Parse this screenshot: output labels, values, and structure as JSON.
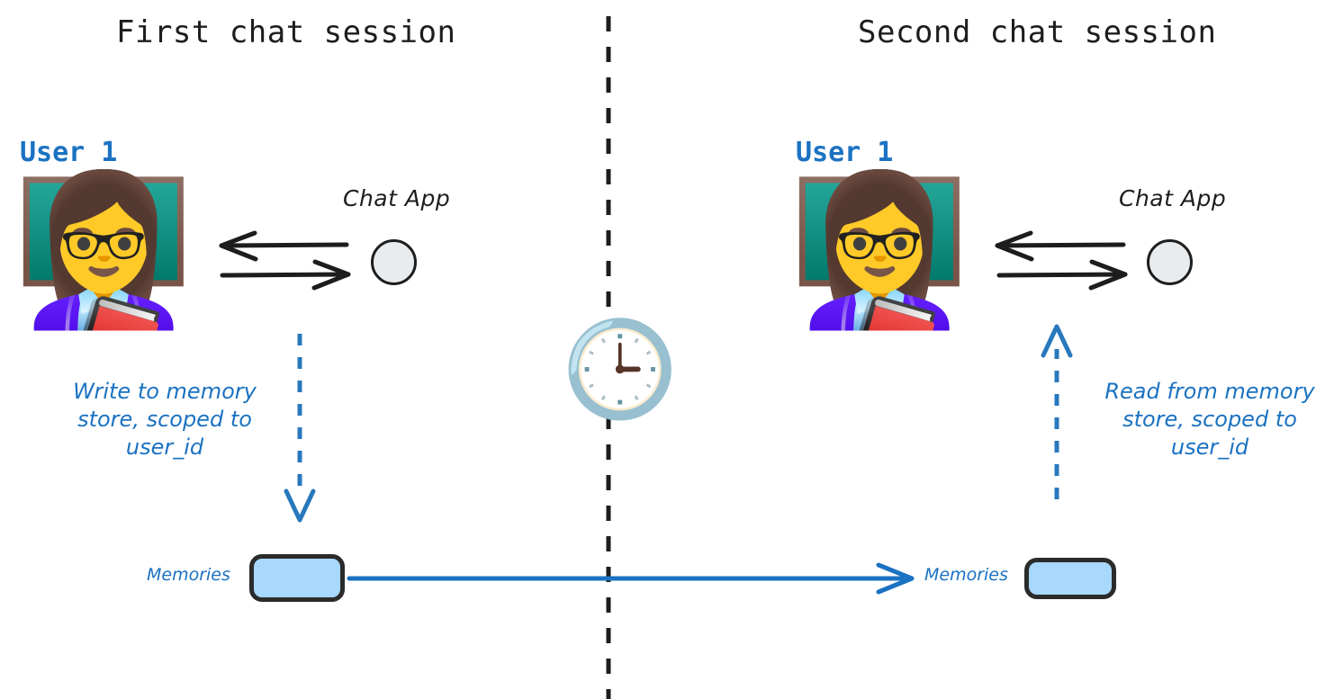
{
  "colors": {
    "accent_blue": "#1b72c2",
    "memory_fill": "#a8d8fb",
    "memory_border": "#2b2b2b",
    "chat_circle_fill": "#e8ecef",
    "ink_black": "#1d1d1d",
    "background": "#ffffff"
  },
  "sessions": {
    "left": {
      "title": "First chat session",
      "user_label": "User 1",
      "user_avatar_icon": "woman-teacher-emoji",
      "user_avatar_glyph": "👩‍🏫",
      "chat_app_label": "Chat App",
      "chat_app_icon": "chat-app-circle-icon",
      "arrow_to_user_icon": "arrow-left-icon",
      "arrow_to_app_icon": "arrow-right-icon",
      "annotation": "Write to memory\nstore, scoped to\nuser_id",
      "annotation_arrow_icon": "dashed-arrow-down-icon",
      "memories_label": "Memories",
      "memories_box_icon": "memory-store-box"
    },
    "right": {
      "title": "Second chat session",
      "user_label": "User 1",
      "user_avatar_icon": "woman-teacher-emoji",
      "user_avatar_glyph": "👩‍🏫",
      "chat_app_label": "Chat App",
      "chat_app_icon": "chat-app-circle-icon",
      "arrow_to_user_icon": "arrow-left-icon",
      "arrow_to_app_icon": "arrow-right-icon",
      "annotation": "Read from memory\nstore, scoped to\nuser_id",
      "annotation_arrow_icon": "dashed-arrow-up-icon",
      "memories_label": "Memories",
      "memories_box_icon": "memory-store-box"
    }
  },
  "divider": {
    "icon": "dashed-vertical-divider",
    "style": "dashed"
  },
  "time_passage": {
    "icon": "clock-emoji",
    "glyph": "🕒"
  },
  "persistence_arrow": {
    "icon": "arrow-right-icon",
    "description": "memories persist across sessions"
  }
}
